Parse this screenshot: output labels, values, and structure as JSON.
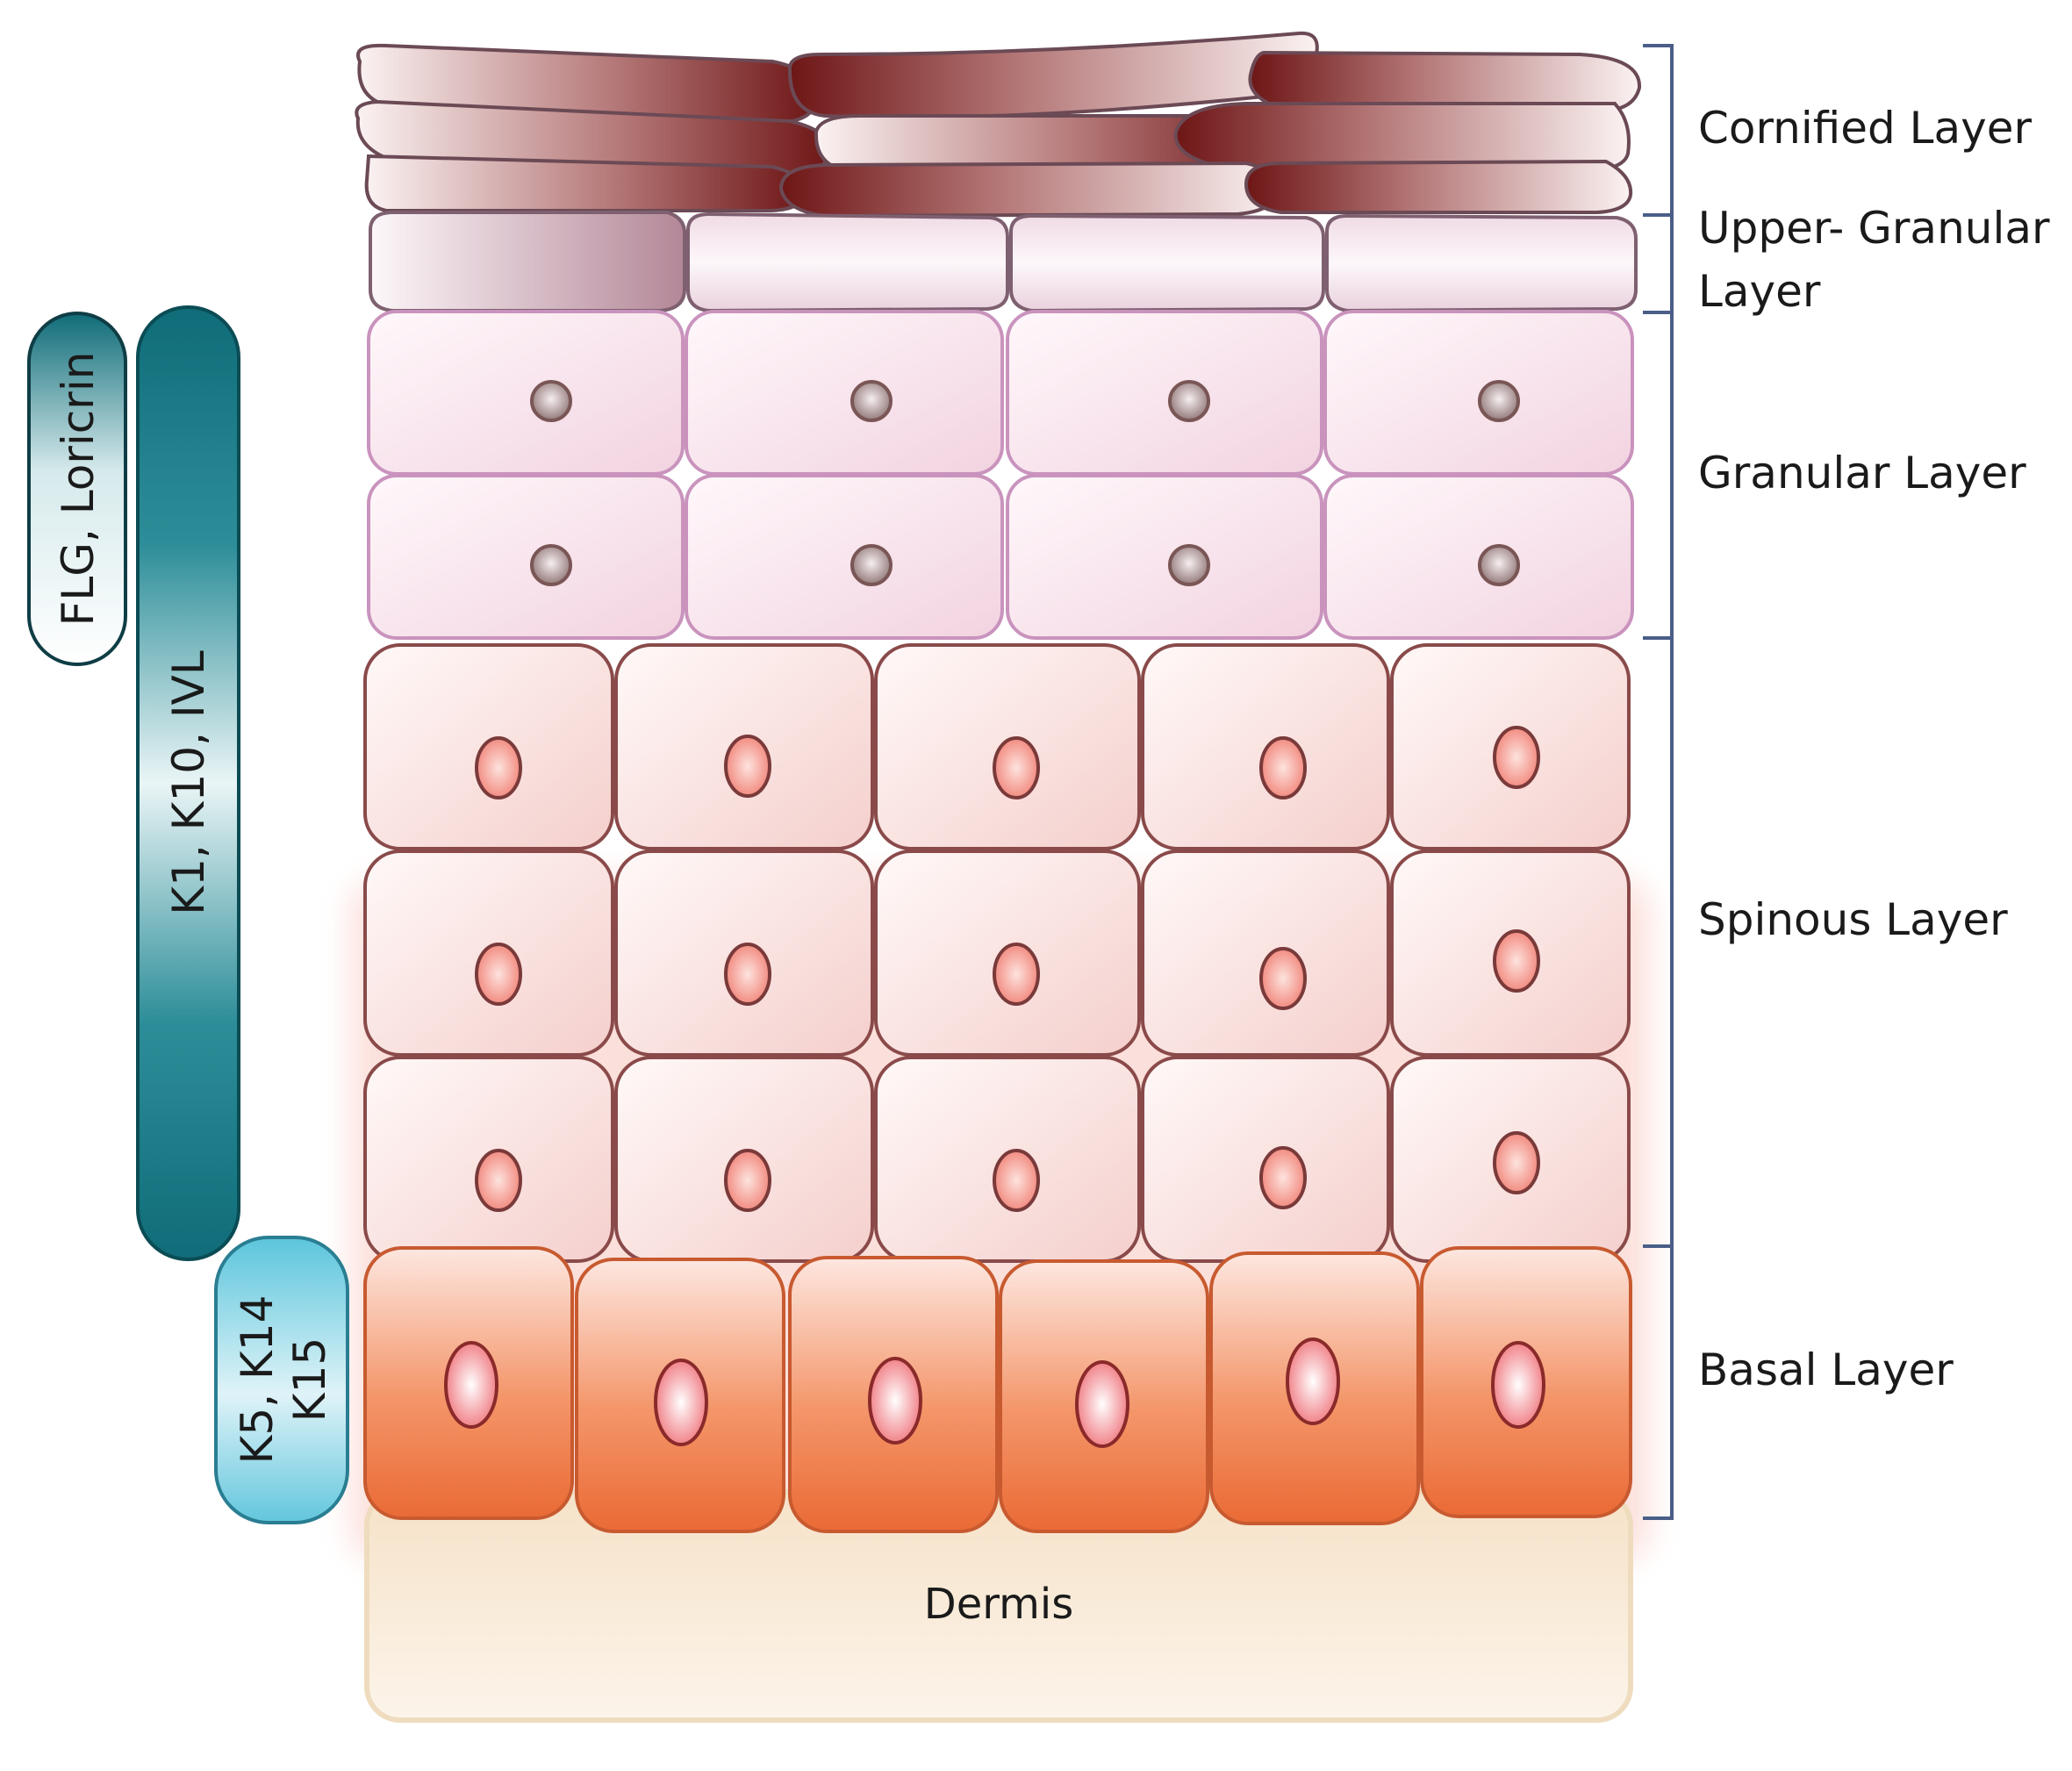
{
  "layers": {
    "cornified": "Cornified Layer",
    "upper_granular_line1": "Upper- Granular",
    "upper_granular_line2": "Layer",
    "granular": "Granular Layer",
    "spinous": "Spinous Layer",
    "basal": "Basal Layer"
  },
  "dermis": "Dermis",
  "markers": {
    "flg_loricrin": "FLG, Loricrin",
    "k1_k10_ivl": "K1, K10, IVL",
    "k5_k14_line1": "K5, K14",
    "k15_line2": "K15"
  },
  "colors": {
    "cornified": "#7a1f1f",
    "upper_granular": "#a87c8c",
    "granular_outline": "#c993bd",
    "spinous_outline": "#8a4a4a",
    "basal_fill": "#ef6a32",
    "basal_outline": "#c85a30",
    "dermis_fill": "#f3e2c8",
    "marker_teal": "#0f6c78",
    "marker_light_blue": "#66cbe0",
    "bracket": "#4a5e88"
  }
}
